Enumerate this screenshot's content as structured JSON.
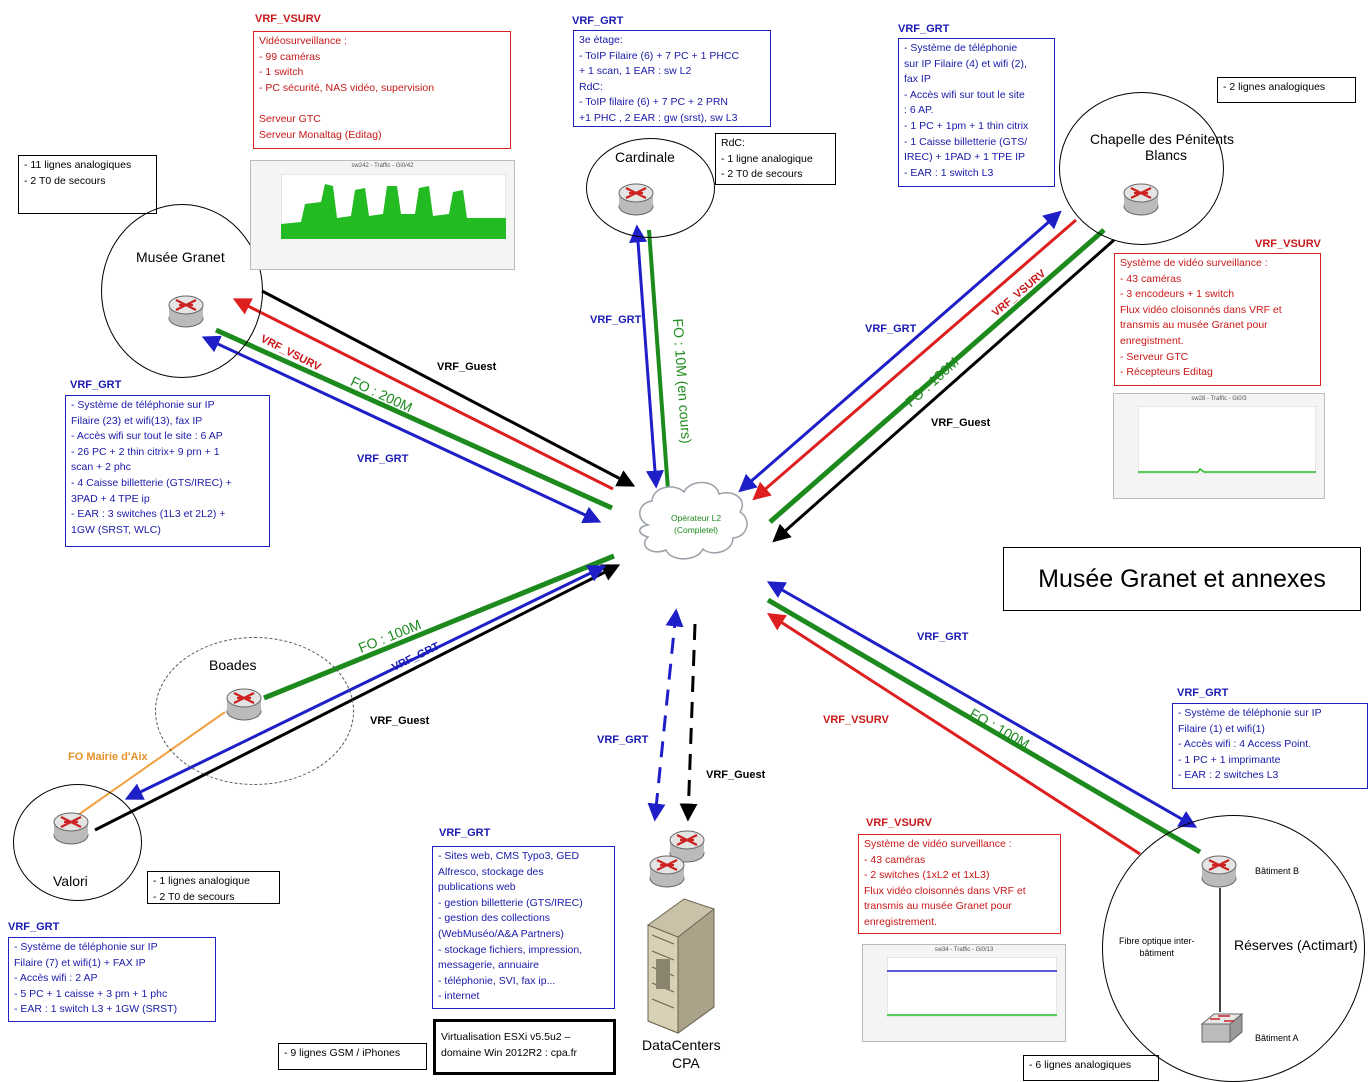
{
  "title": "Musée Granet et annexes",
  "cloud": {
    "line1": "Opérateur L2",
    "line2": "(Completel)"
  },
  "sites": {
    "granet": "Musée Granet",
    "cardinale": "Cardinale",
    "chapelle_1": "Chapelle des Pénitents",
    "chapelle_2": "Blancs",
    "boades": "Boades",
    "valori": "Valori",
    "reserves": "Réserves (Actimart)",
    "datacenter_1": "DataCenters",
    "datacenter_2": "CPA"
  },
  "links": {
    "granet_fo": "FO : 200M",
    "cardinale_fo": "FO : 10M (en cours)",
    "chapelle_fo": "FO : 100M",
    "boades_fo": "FO : 100M",
    "reserves_fo": "FO : 100M",
    "mairie": "FO Mairie d'Aix"
  },
  "tags": {
    "vsurv_top": "VRF_VSURV",
    "grt_top": "VRF_GRT",
    "grt_chapelle_box": "VRF_GRT",
    "vsurv_granet_line": "VRF_VSURV",
    "guest_granet": "VRF_Guest",
    "grt_granet_box": "VRF_GRT",
    "grt_granet_line": "VRF_GRT",
    "grt_cardinale_line": "VRF_GRT",
    "grt_chapelle_line": "VRF_GRT",
    "vsurv_chapelle_line": "VRF_VSURV",
    "guest_chapelle": "VRF_Guest",
    "vsurv_chapelle_box": "VRF_VSURV",
    "grt_boades_line": "VRF_GRT",
    "guest_boades": "VRF_Guest",
    "grt_dc_line": "VRF_GRT",
    "guest_dc": "VRF_Guest",
    "grt_dc_box": "VRF_GRT",
    "grt_valori_box": "VRF_GRT",
    "grt_reserves_line": "VRF_GRT",
    "vsurv_reserves_line": "VRF_VSURV",
    "grt_reserves_box": "VRF_GRT",
    "vsurv_reserves_box": "VRF_VSURV"
  },
  "boxes": {
    "vsurv_top": "Vidéosurveillance :\n-  99 caméras\n- 1 switch\n- PC sécurité, NAS vidéo, supervision\n\nServeur GTC\nServeur Monaltag (Editag)",
    "cardinale_grt": "3e étage:\n- ToIP Filaire (6) + 7 PC + 1 PHCC\n+ 1 scan, 1 EAR : sw L2\nRdC:\n- ToIP filaire (6) + 7 PC + 2 PRN\n+1 PHC , 2 EAR : gw (srst), sw L3",
    "cardinale_lines": "RdC:\n- 1 ligne analogique\n- 2 T0 de secours",
    "chapelle_grt": "- Système de téléphonie\nsur IP Filaire (4) et wifi (2),\nfax IP\n- Accès wifi sur tout le site\n: 6 AP.\n- 1 PC + 1pm + 1 thin citrix\n- 1 Caisse billetterie (GTS/\nIREC) + 1PAD + 1 TPE IP\n- EAR : 1 switch L3",
    "chapelle_lines": "- 2 lignes analogiques",
    "chapelle_vsurv": "Système de vidéo  surveillance :\n-  43 caméras\n- 3 encodeurs + 1 switch\nFlux vidéo cloisonnés dans VRF et\ntransmis au musée Granet pour\nenregistment.\n- Serveur GTC\n- Récepteurs Editag",
    "granet_lines": "- 11 lignes analogiques\n- 2 T0 de secours",
    "granet_grt": "- Système de téléphonie sur IP\nFilaire (23) et wifi(13), fax IP\n- Accès wifi sur tout le site : 6 AP\n- 26 PC + 2 thin citrix+ 9 prn + 1\nscan + 2 phc\n- 4 Caisse billetterie (GTS/IREC) +\n3PAD + 4 TPE ip\n- EAR : 3 switches (1L3 et 2L2) +\n1GW (SRST, WLC)",
    "valori_lines": "- 1 lignes analogique\n- 2 T0 de secours",
    "valori_grt": "- Système de téléphonie sur IP\nFilaire (7) et wifi(1) + FAX IP\n- Accès wifi  : 2 AP\n- 5 PC + 1 caisse + 3 pm + 1 phc\n- EAR : 1 switch L3 + 1GW (SRST)",
    "gsm": "- 9 lignes GSM / iPhones",
    "dc_grt": "- Sites web, CMS Typo3, GED\nAlfresco, stockage des\npublications web\n- gestion billetterie (GTS/IREC)\n- gestion des collections\n(WebMuséo/A&A Partners)\n- stockage fichiers, impression,\nmessagerie, annuaire\n- téléphonie, SVI, fax ip...\n- internet",
    "virtualisation": "Virtualisation ESXi v5.5u2 –\ndomaine Win 2012R2 : cpa.fr",
    "reserves_grt": "- Système de téléphonie sur IP\nFilaire (1) et wifi(1)\n- Accès wifi  : 4 Access Point.\n- 1  PC + 1 imprimante\n- EAR : 2  switches L3",
    "reserves_vsurv": "Système de vidéo  surveillance :\n- 43 caméras\n- 2 switches (1xL2 et 1xL3)\nFlux vidéo cloisonnés dans VRF et\ntransmis au musée Granet pour\nenregistrement.",
    "reserves_lines": "- 6 lignes analogiques"
  },
  "reserves": {
    "batiment_b": "Bâtiment B",
    "batiment_a": "Bâtiment A",
    "fibre": "Fibre optique inter-\nbâtiment"
  },
  "traffic_titles": {
    "granet": "sw242 - Traffic - Gi0/42",
    "chapelle": "sw28 - Traffic - Gi0/3",
    "reserves": "sw34 - Traffic - Gi0/13"
  },
  "colors": {
    "grt": "#1f1fc8",
    "vsurv": "#dd1f1f",
    "fo": "#1d8a1d",
    "guest": "#000000",
    "mairie": "#f0a040"
  }
}
